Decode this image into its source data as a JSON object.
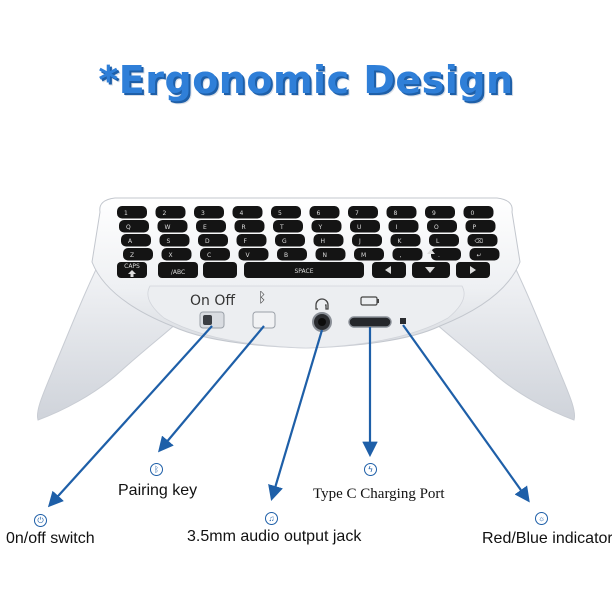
{
  "title": "*Ergonomic Design",
  "device": {
    "switch_label": "On Off",
    "key_rows": [
      [
        "1",
        "2",
        "3",
        "4",
        "5",
        "6",
        "7",
        "8",
        "9",
        "0"
      ],
      [
        "Q",
        "W",
        "E",
        "R",
        "T",
        "Y",
        "U",
        "I",
        "O",
        "P"
      ],
      [
        "A",
        "S",
        "D",
        "F",
        "G",
        "H",
        "J",
        "K",
        "L",
        "⌫"
      ],
      [
        "Z",
        "X",
        "C",
        "V",
        "B",
        "N",
        "M",
        ",",
        ".",
        "↵"
      ]
    ],
    "bottom_keys": {
      "caps": "CAPS",
      "abc": "/ABC",
      "space": "SPACE"
    }
  },
  "callouts": {
    "onoff_switch": "0n/off switch",
    "pairing_key": "Pairing key",
    "audio_jack": "3.5mm audio output jack",
    "charging_port": "Type C Charging Port",
    "indicator": "Red/Blue indicator"
  },
  "icons": {
    "onoff": "power-icon",
    "pairing": "bluetooth-icon",
    "audio": "headphones-icon",
    "charging": "lightning-icon",
    "indicator": "lightbulb-icon"
  },
  "colors": {
    "accent": "#2f7fd8",
    "arrow": "#1e5fa8",
    "keycap": "#141414",
    "body": "#f3f4f6"
  }
}
